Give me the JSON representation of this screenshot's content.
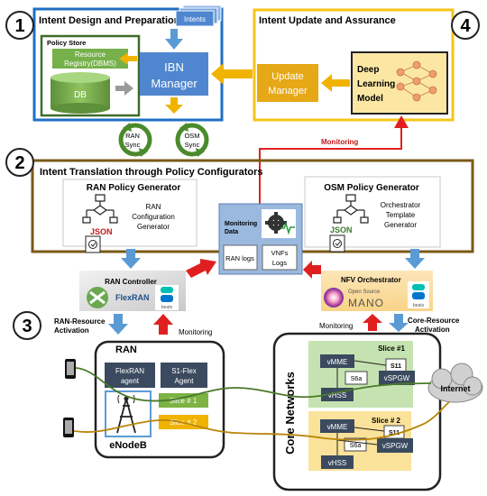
{
  "sections": {
    "s1": {
      "num": "1",
      "title": "Intent Design and Preparation"
    },
    "s2": {
      "num": "2",
      "title": "Intent Translation through Policy Configurators"
    },
    "s3": {
      "num": "3"
    },
    "s4": {
      "num": "4",
      "title": "Intent Update and Assurance"
    }
  },
  "design": {
    "intents": "Intents",
    "policy_store": "Policy Store",
    "resource_registry": [
      "Resource",
      "Registry(DBMS)"
    ],
    "db": "DB",
    "ibn_manager": [
      "IBN",
      "Manager"
    ],
    "ran_sync": [
      "RAN",
      "Sync"
    ],
    "osm_sync": [
      "OSM",
      "Sync"
    ]
  },
  "assurance": {
    "update_manager": [
      "Update",
      "Manager"
    ],
    "dl_model": [
      "Deep",
      "Learning",
      "Model"
    ],
    "monitoring": "Monitoring"
  },
  "translation": {
    "ran_policy": {
      "title": "RAN Policy Generator",
      "desc": [
        "RAN",
        "Configuration",
        "Generator"
      ]
    },
    "osm_policy": {
      "title": "OSM Policy Generator",
      "desc": [
        "Orchestrator",
        "Template",
        "Generator"
      ]
    },
    "json": "JSON",
    "monitoring_data": [
      "Monitoring",
      "Data"
    ],
    "ran_logs": "RAN logs",
    "vnfs_logs": [
      "VNFs",
      "Logs"
    ]
  },
  "controllers": {
    "ran_controller": "RAN Controller",
    "flexran": "FlexRAN",
    "beats": "beats",
    "nfv_orchestrator": "NFV Orchestrator",
    "open_source": "Open Source",
    "mano": "MANO"
  },
  "activation": {
    "ran_resource": [
      "RAN-Resource",
      "Activation"
    ],
    "core_resource": [
      "Core-Resource",
      "Activation"
    ],
    "monitoring_left": "Monitoring",
    "monitoring_right": "Monitoring"
  },
  "ran": {
    "title": "RAN",
    "flexran_agent": [
      "FlexRAN",
      "agent"
    ],
    "s1_flex_agent": [
      "S1-Flex",
      "Agent"
    ],
    "slice1": "Slice # 1",
    "slice2": "Slice # 2",
    "enodeb": "eNodeB"
  },
  "core": {
    "title": "Core Networks",
    "slice1": {
      "label": "Slice #1",
      "vmme": "vMME",
      "vhss": "vHSS",
      "s6a": "S6a",
      "s11": "S11",
      "vspgw": "vSPGW"
    },
    "slice2": {
      "label": "Slice # 2",
      "vmme": "vMME",
      "vhss": "vHSS",
      "s6a": "S6a",
      "s11": "S11",
      "vspgw": "vSPGW"
    },
    "internet": "Internet"
  },
  "colors": {
    "blue": "#1f6fc4",
    "yellow": "#f5c518",
    "brown": "#7a5a16",
    "green_dark": "#3f6b28",
    "red": "#e02020",
    "arrow_blue": "#5b9bd5",
    "arrow_yellow": "#f0b400"
  }
}
